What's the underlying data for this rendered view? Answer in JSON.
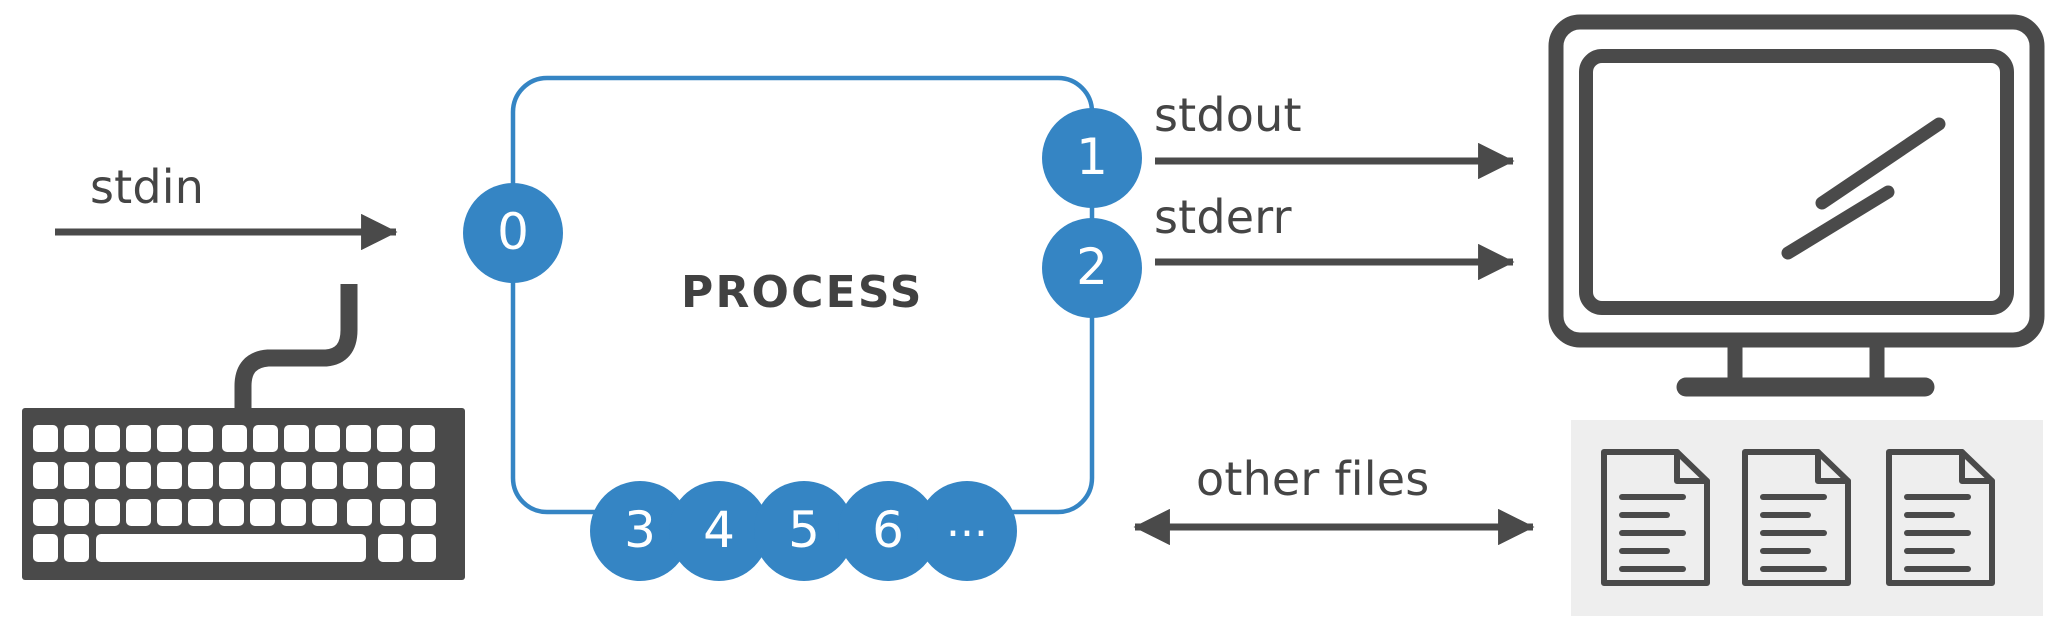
{
  "diagram": {
    "title": "PROCESS",
    "colors": {
      "accent_blue": "#3585c4",
      "dark_gray": "#4a4a4a",
      "text_gray": "#454545",
      "panel_gray": "#eeeeee",
      "background": "#ffffff"
    }
  },
  "process": {
    "label": "PROCESS"
  },
  "streams": {
    "stdin": {
      "label": "stdin",
      "fd": "0",
      "direction": "in"
    },
    "stdout": {
      "label": "stdout",
      "fd": "1",
      "direction": "out"
    },
    "stderr": {
      "label": "stderr",
      "fd": "2",
      "direction": "out"
    },
    "other_files": {
      "label": "other files",
      "direction": "bidirectional"
    }
  },
  "file_descriptors": [
    {
      "id": "fd-0",
      "value": "0"
    },
    {
      "id": "fd-1",
      "value": "1"
    },
    {
      "id": "fd-2",
      "value": "2"
    },
    {
      "id": "fd-3",
      "value": "3"
    },
    {
      "id": "fd-4",
      "value": "4"
    },
    {
      "id": "fd-5",
      "value": "5"
    },
    {
      "id": "fd-6",
      "value": "6"
    },
    {
      "id": "fd-more",
      "value": "..."
    }
  ],
  "devices": {
    "keyboard": {
      "name": "keyboard-icon",
      "rows": 4,
      "keys_per_row": 13
    },
    "monitor": {
      "name": "monitor-icon"
    },
    "files_panel": {
      "name": "documents-panel",
      "document_count": 3,
      "lines_per_document": 5
    }
  }
}
